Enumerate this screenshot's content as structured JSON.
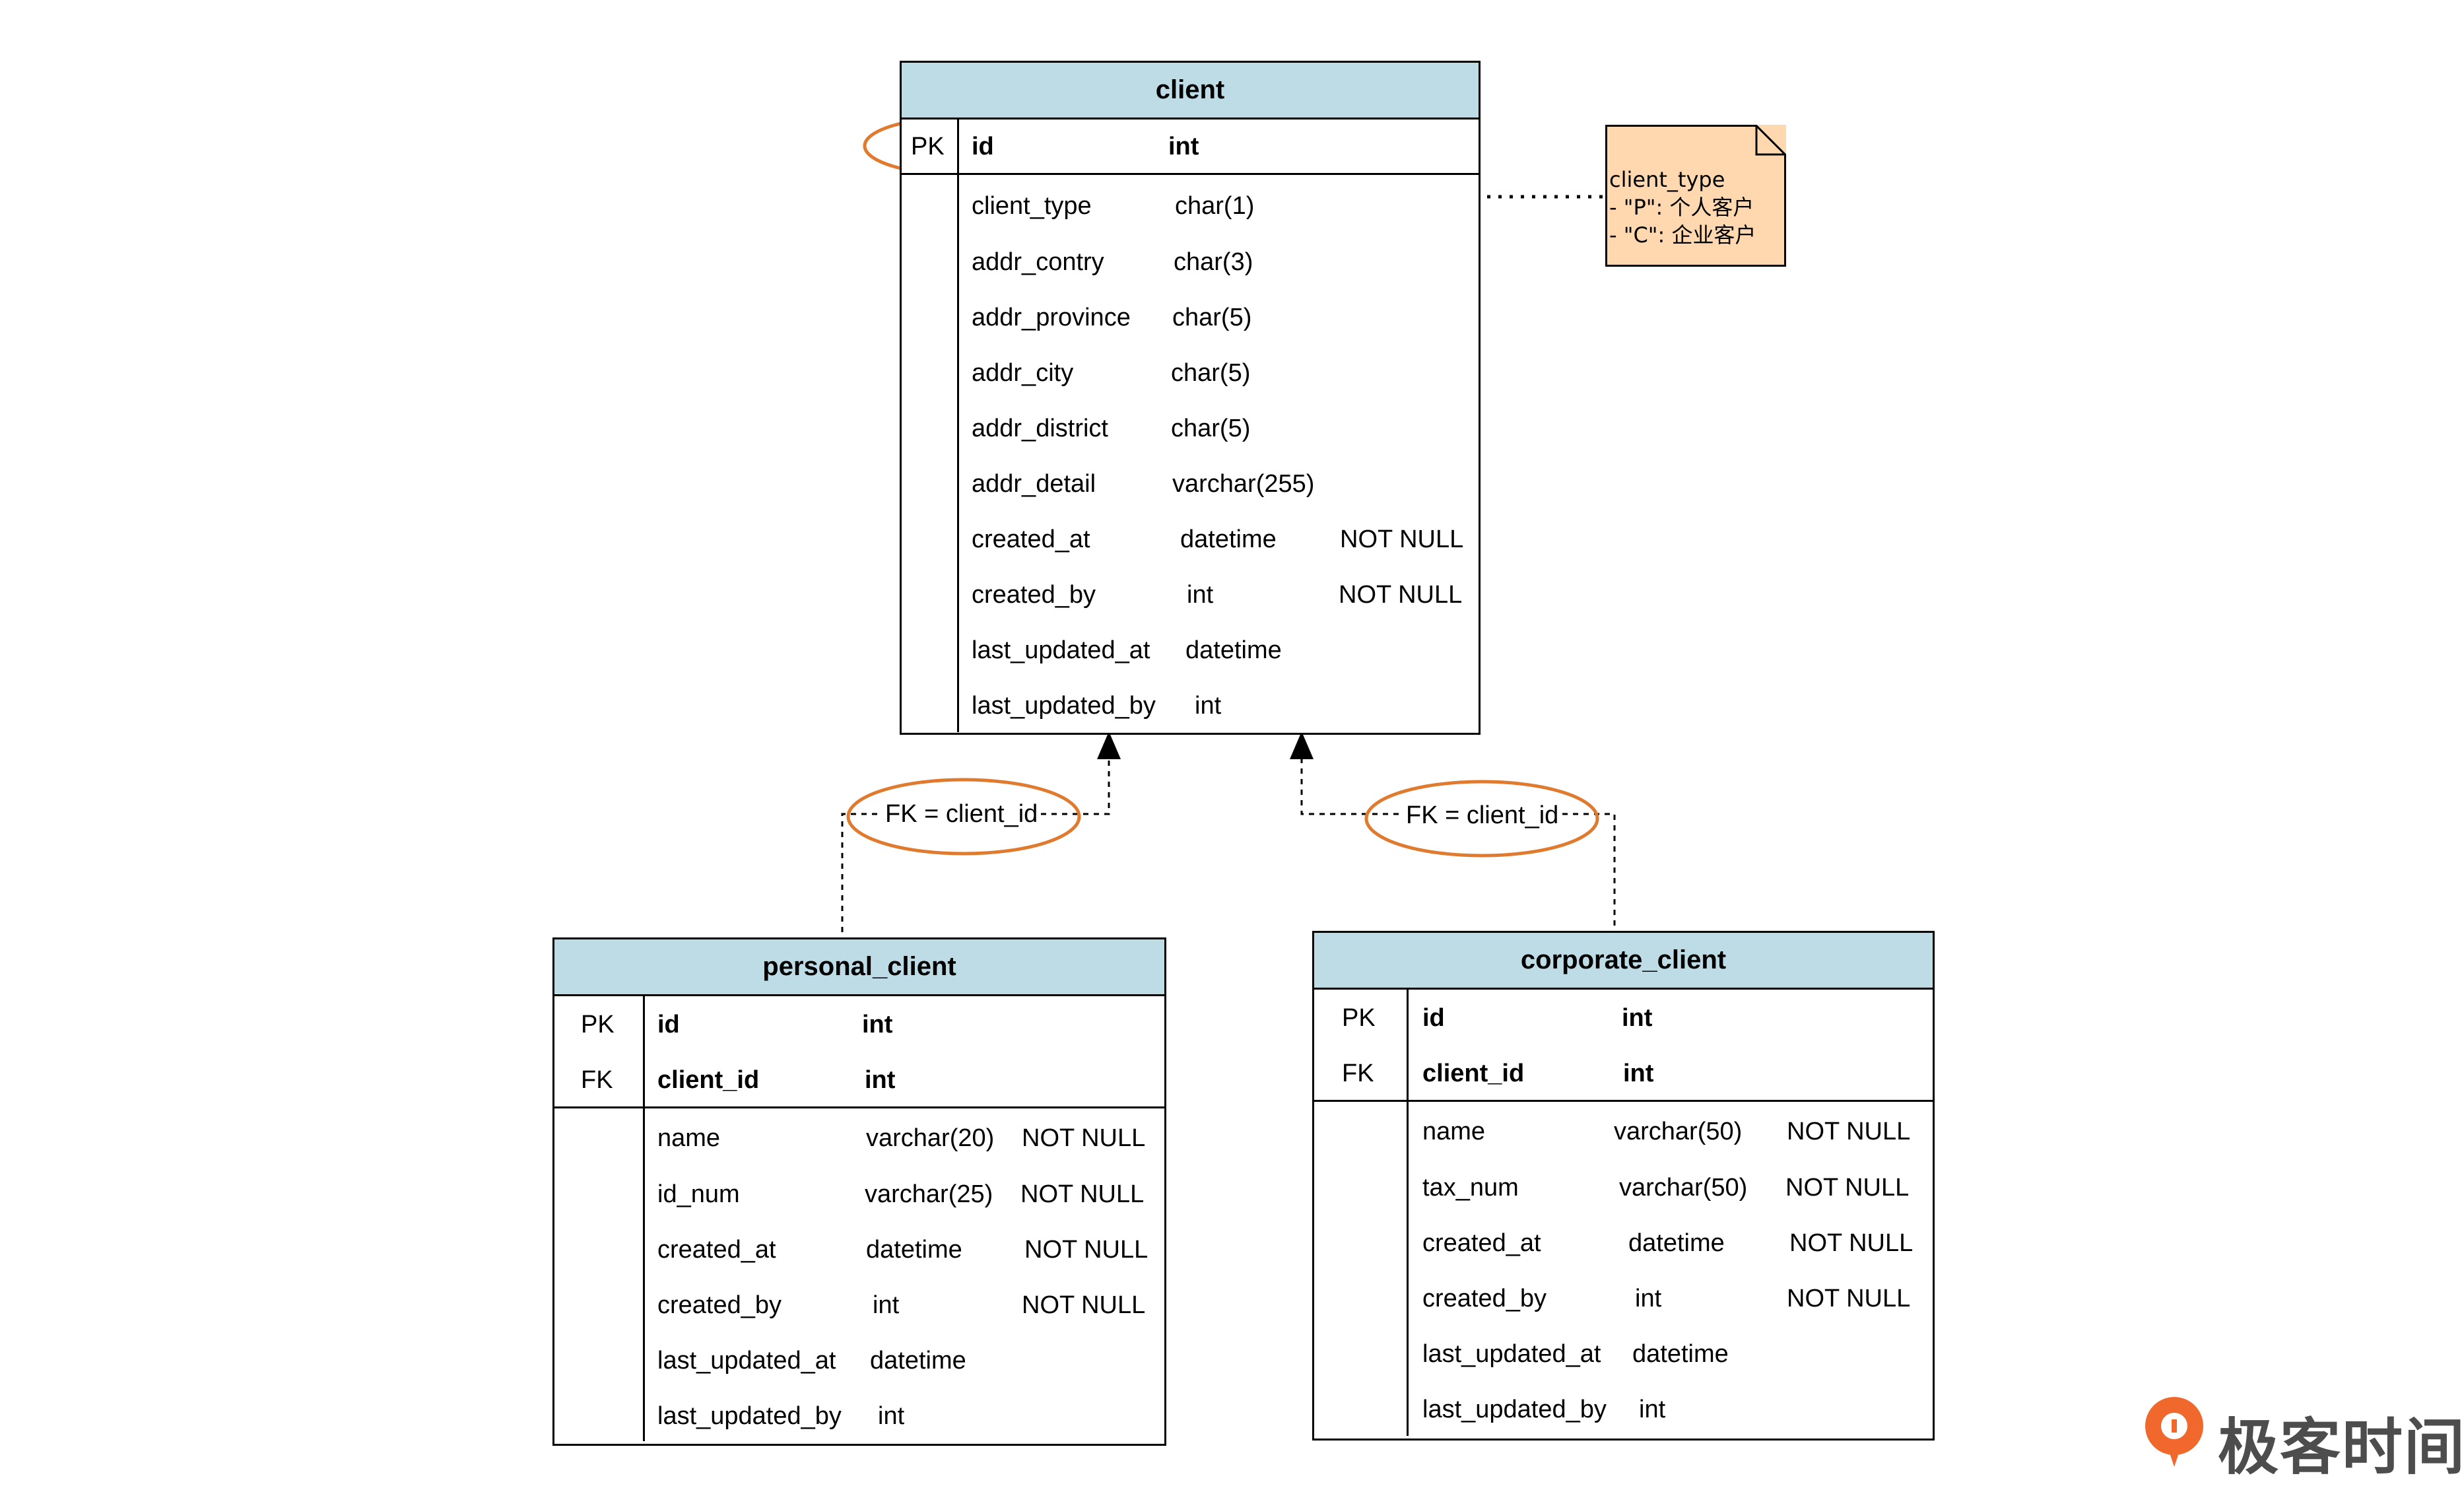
{
  "client": {
    "title": "client",
    "keys": [
      {
        "key": "PK",
        "name": "id",
        "type": "int",
        "constraint": ""
      }
    ],
    "fields": [
      {
        "name": "client_type",
        "type": "char(1)",
        "constraint": ""
      },
      {
        "name": "addr_contry",
        "type": "char(3)",
        "constraint": ""
      },
      {
        "name": "addr_province",
        "type": "char(5)",
        "constraint": ""
      },
      {
        "name": "addr_city",
        "type": "char(5)",
        "constraint": ""
      },
      {
        "name": "addr_district",
        "type": "char(5)",
        "constraint": ""
      },
      {
        "name": "addr_detail",
        "type": "varchar(255)",
        "constraint": ""
      },
      {
        "name": "created_at",
        "type": "datetime",
        "constraint": "NOT NULL"
      },
      {
        "name": "created_by",
        "type": "int",
        "constraint": "NOT NULL"
      },
      {
        "name": "last_updated_at",
        "type": "datetime",
        "constraint": ""
      },
      {
        "name": "last_updated_by",
        "type": "int",
        "constraint": ""
      }
    ]
  },
  "personal_client": {
    "title": "personal_client",
    "keys": [
      {
        "key": "PK",
        "name": "id",
        "type": "int"
      },
      {
        "key": "FK",
        "name": "client_id",
        "type": "int"
      }
    ],
    "fields": [
      {
        "name": "name",
        "type": "varchar(20)",
        "constraint": "NOT NULL"
      },
      {
        "name": "id_num",
        "type": "varchar(25)",
        "constraint": "NOT NULL"
      },
      {
        "name": "created_at",
        "type": "datetime",
        "constraint": "NOT NULL"
      },
      {
        "name": "created_by",
        "type": "int",
        "constraint": "NOT NULL"
      },
      {
        "name": "last_updated_at",
        "type": "datetime",
        "constraint": ""
      },
      {
        "name": "last_updated_by",
        "type": "int",
        "constraint": ""
      }
    ]
  },
  "corporate_client": {
    "title": "corporate_client",
    "keys": [
      {
        "key": "PK",
        "name": "id",
        "type": "int"
      },
      {
        "key": "FK",
        "name": "client_id",
        "type": "int"
      }
    ],
    "fields": [
      {
        "name": "name",
        "type": "varchar(50)",
        "constraint": "NOT NULL"
      },
      {
        "name": "tax_num",
        "type": "varchar(50)",
        "constraint": "NOT NULL"
      },
      {
        "name": "created_at",
        "type": "datetime",
        "constraint": "NOT NULL"
      },
      {
        "name": "created_by",
        "type": "int",
        "constraint": "NOT NULL"
      },
      {
        "name": "last_updated_at",
        "type": "datetime",
        "constraint": ""
      },
      {
        "name": "last_updated_by",
        "type": "int",
        "constraint": ""
      }
    ]
  },
  "note": {
    "lines": [
      "client_type",
      "- \"P\": 个人客户",
      "- \"C\": 企业客户"
    ]
  },
  "relations": [
    {
      "label": "FK = client_id",
      "from": "personal_client",
      "to": "client"
    },
    {
      "label": "FK = client_id",
      "from": "corporate_client",
      "to": "client"
    }
  ],
  "logo": {
    "text": "极客时间"
  },
  "colors": {
    "header": "#bedce6",
    "note": "#ffd8b0",
    "highlight": "#e07a2e",
    "logo_accent": "#f0682c"
  }
}
